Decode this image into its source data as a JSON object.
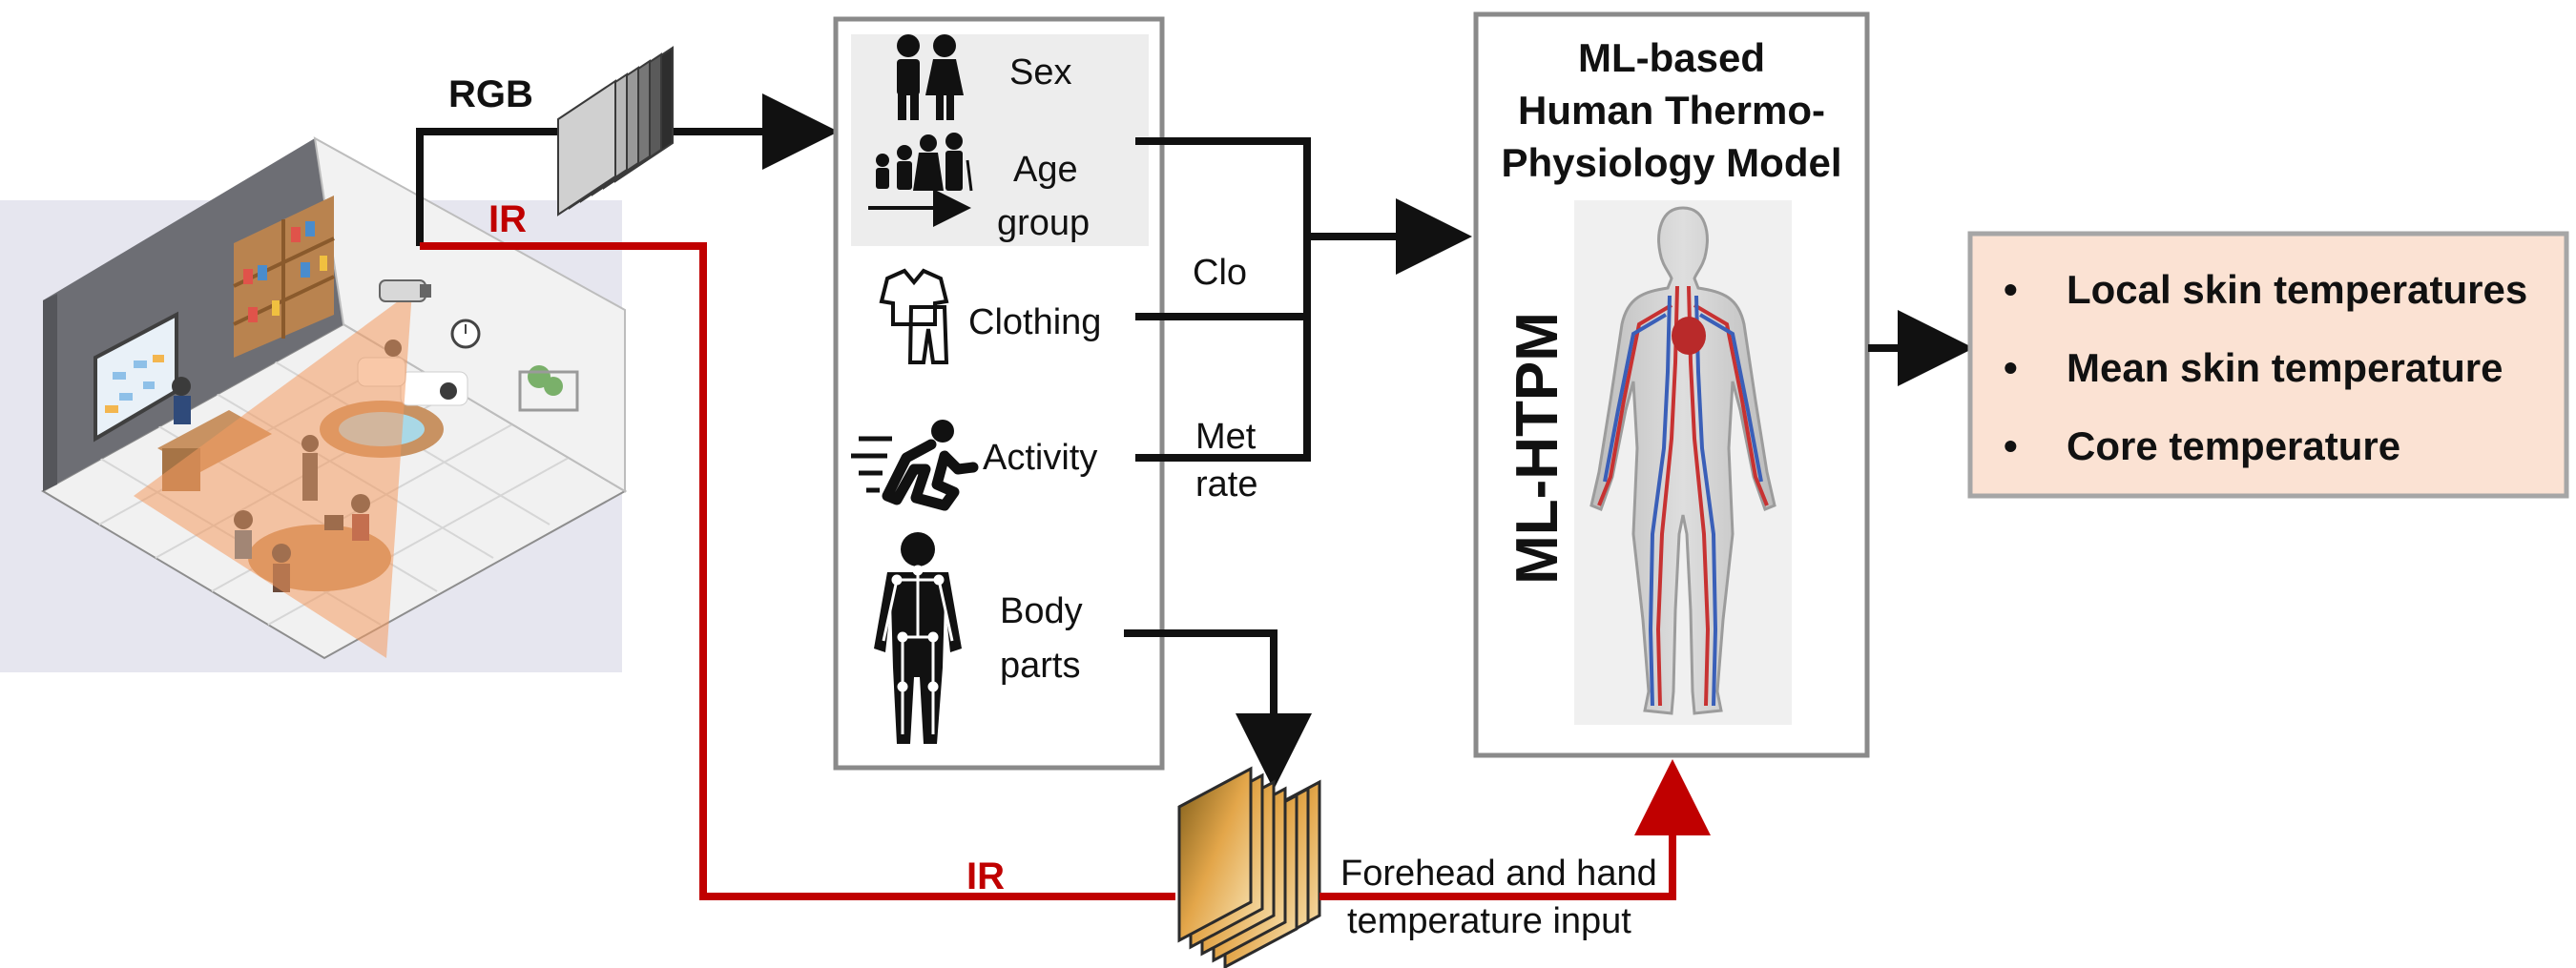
{
  "streams": {
    "rgb": "RGB",
    "ir_top": "IR",
    "ir_bottom": "IR"
  },
  "attributes": {
    "sex": "Sex",
    "age_line1": "Age",
    "age_line2": "group",
    "clothing": "Clothing",
    "activity": "Activity",
    "body_line1": "Body",
    "body_line2": "parts"
  },
  "connectors": {
    "clo": "Clo",
    "met_line1": "Met",
    "met_line2": "rate",
    "ir_input_line1": "Forehead and hand",
    "ir_input_line2": "temperature input"
  },
  "model": {
    "title_line1": "ML-based",
    "title_line2": "Human Thermo-",
    "title_line3": "Physiology Model",
    "acronym": "ML-HTPM"
  },
  "outputs": [
    "Local skin temperatures",
    "Mean skin temperature",
    "Core temperature"
  ],
  "colors": {
    "ir_line": "#c00000",
    "output_fill": "#fbe2d3",
    "box_stroke": "#8a8a8a",
    "room_bg": "#e6e6ef"
  },
  "icons": [
    "camera-icon",
    "couple-icon",
    "family-icon",
    "clothing-icon",
    "runner-icon",
    "skeleton-icon",
    "ir-frames-icon",
    "circulatory-body-icon",
    "office-room-illustration"
  ]
}
